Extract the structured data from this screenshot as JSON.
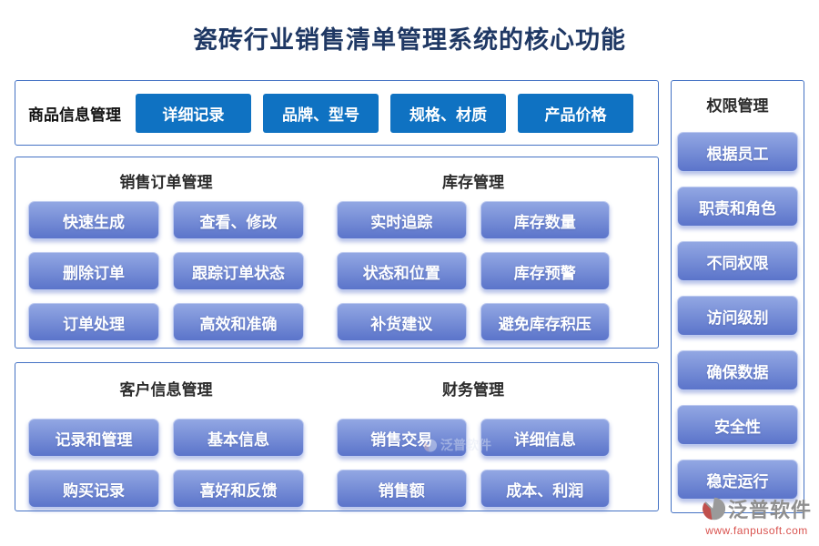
{
  "title": "瓷砖行业销售清单管理系统的核心功能",
  "colors": {
    "title": "#1f3864",
    "box_border": "#4472c4",
    "solid_button": "#0f72c2",
    "gradient_button_top": "#92a7e3",
    "gradient_button_bottom": "#5b74ca",
    "logo_text": "#8f8f8f",
    "logo_url": "#d9534f"
  },
  "product_info": {
    "label": "商品信息管理",
    "buttons": [
      "详细记录",
      "品牌、型号",
      "规格、材质",
      "产品价格"
    ]
  },
  "sections": [
    {
      "title": "销售订单管理",
      "buttons": [
        "快速生成",
        "查看、修改",
        "删除订单",
        "跟踪订单状态",
        "订单处理",
        "高效和准确"
      ]
    },
    {
      "title": "库存管理",
      "buttons": [
        "实时追踪",
        "库存数量",
        "状态和位置",
        "库存预警",
        "补货建议",
        "避免库存积压"
      ]
    },
    {
      "title": "客户信息管理",
      "buttons": [
        "记录和管理",
        "基本信息",
        "购买记录",
        "喜好和反馈"
      ]
    },
    {
      "title": "财务管理",
      "buttons": [
        "销售交易",
        "详细信息",
        "销售额",
        "成本、利润"
      ]
    }
  ],
  "sidebar": {
    "title": "权限管理",
    "buttons": [
      "根据员工",
      "职责和角色",
      "不同权限",
      "访问级别",
      "确保数据",
      "安全性",
      "稳定运行"
    ]
  },
  "logo": {
    "name": "泛普软件",
    "url": "www.fanpusoft.com"
  },
  "watermark": {
    "text": "泛普软件"
  }
}
